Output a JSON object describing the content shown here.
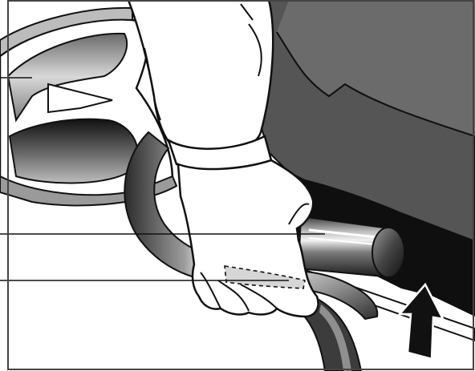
{
  "figure": {
    "callouts": [
      {
        "id": "upper-callout",
        "target": "seat-cushion-edge"
      },
      {
        "id": "middle-callout",
        "target": "tubular-handle"
      },
      {
        "id": "lower-callout",
        "target": "release-lever"
      }
    ],
    "indicator": {
      "icon": "up-arrow-icon",
      "meaning": "lift-direction"
    },
    "colors": {
      "line": "#111111",
      "dark_fill": "#4a4a4a",
      "mid_fill": "#8a8a8a",
      "light_fill": "#d0d0d0",
      "paper": "#ffffff",
      "frame": "#444444"
    }
  }
}
